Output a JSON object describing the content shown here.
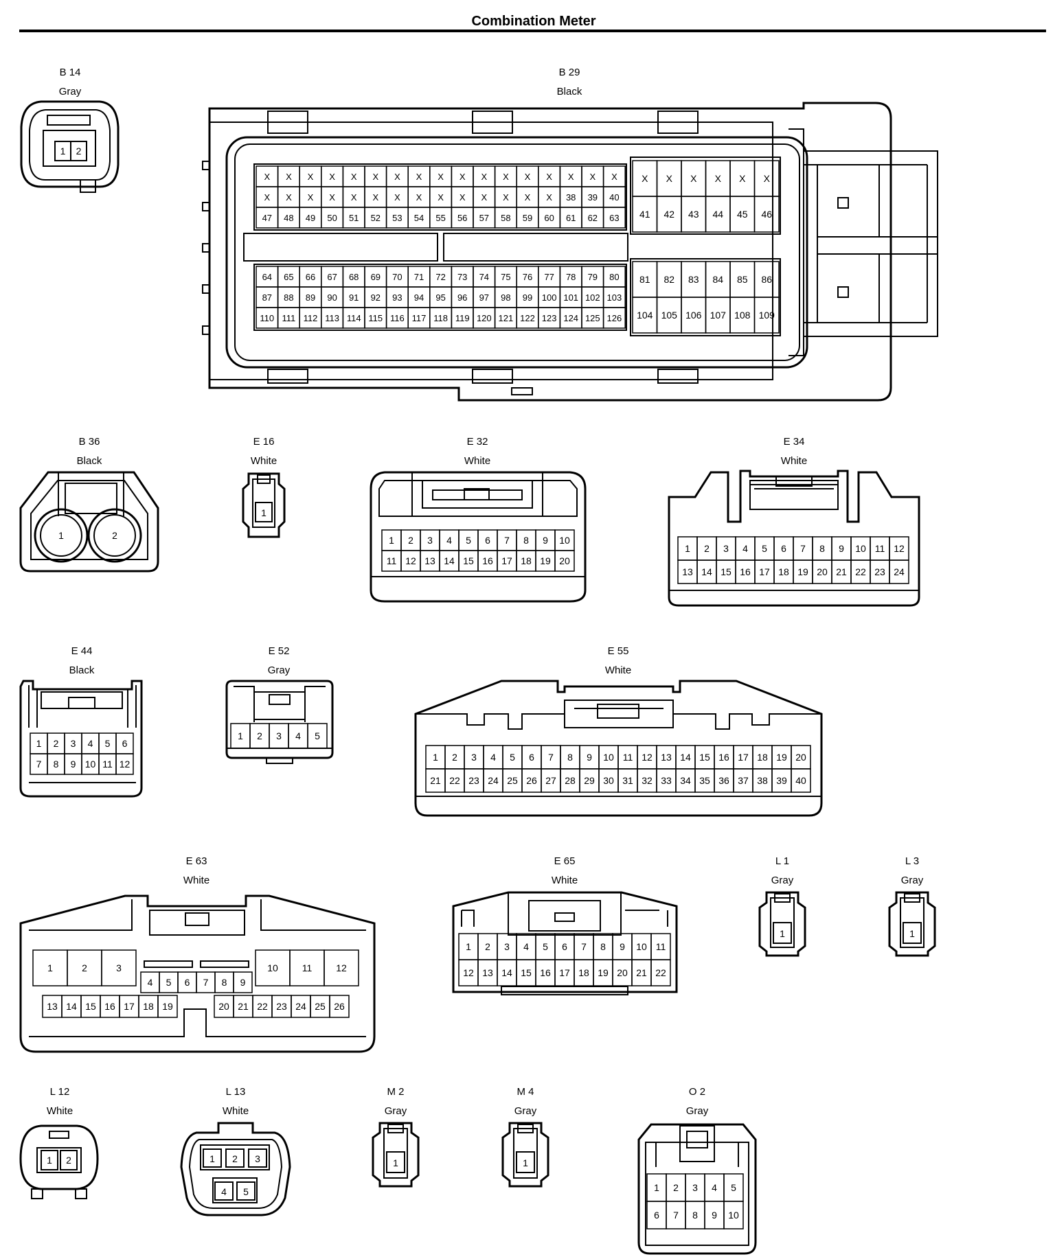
{
  "page_title": "Combination Meter",
  "connectors": {
    "b14": {
      "id": "B 14",
      "color": "Gray",
      "pins": [
        "1",
        "2"
      ]
    },
    "b29": {
      "id": "B 29",
      "color": "Black",
      "left_top": [
        [
          "X",
          "X",
          "X",
          "X",
          "X",
          "X",
          "X",
          "X",
          "X",
          "X",
          "X",
          "X",
          "X",
          "X",
          "X",
          "X",
          "X"
        ],
        [
          "X",
          "X",
          "X",
          "X",
          "X",
          "X",
          "X",
          "X",
          "X",
          "X",
          "X",
          "X",
          "X",
          "X",
          "38",
          "39",
          "40"
        ],
        [
          "47",
          "48",
          "49",
          "50",
          "51",
          "52",
          "53",
          "54",
          "55",
          "56",
          "57",
          "58",
          "59",
          "60",
          "61",
          "62",
          "63"
        ]
      ],
      "right_top": [
        [
          "X",
          "X",
          "X",
          "X",
          "X",
          "X"
        ],
        [
          "41",
          "42",
          "43",
          "44",
          "45",
          "46"
        ]
      ],
      "left_bottom": [
        [
          "64",
          "65",
          "66",
          "67",
          "68",
          "69",
          "70",
          "71",
          "72",
          "73",
          "74",
          "75",
          "76",
          "77",
          "78",
          "79",
          "80"
        ],
        [
          "87",
          "88",
          "89",
          "90",
          "91",
          "92",
          "93",
          "94",
          "95",
          "96",
          "97",
          "98",
          "99",
          "100",
          "101",
          "102",
          "103"
        ],
        [
          "110",
          "111",
          "112",
          "113",
          "114",
          "115",
          "116",
          "117",
          "118",
          "119",
          "120",
          "121",
          "122",
          "123",
          "124",
          "125",
          "126"
        ]
      ],
      "right_bottom": [
        [
          "81",
          "82",
          "83",
          "84",
          "85",
          "86"
        ],
        [
          "104",
          "105",
          "106",
          "107",
          "108",
          "109"
        ]
      ]
    },
    "b36": {
      "id": "B 36",
      "color": "Black",
      "pins": [
        "1",
        "2"
      ]
    },
    "e16": {
      "id": "E 16",
      "color": "White",
      "pins": [
        "1"
      ]
    },
    "e32": {
      "id": "E 32",
      "color": "White",
      "rows": [
        [
          "1",
          "2",
          "3",
          "4",
          "5",
          "6",
          "7",
          "8",
          "9",
          "10"
        ],
        [
          "11",
          "12",
          "13",
          "14",
          "15",
          "16",
          "17",
          "18",
          "19",
          "20"
        ]
      ]
    },
    "e34": {
      "id": "E 34",
      "color": "White",
      "rows": [
        [
          "1",
          "2",
          "3",
          "4",
          "5",
          "6",
          "7",
          "8",
          "9",
          "10",
          "11",
          "12"
        ],
        [
          "13",
          "14",
          "15",
          "16",
          "17",
          "18",
          "19",
          "20",
          "21",
          "22",
          "23",
          "24"
        ]
      ]
    },
    "e44": {
      "id": "E 44",
      "color": "Black",
      "rows": [
        [
          "1",
          "2",
          "3",
          "4",
          "5",
          "6"
        ],
        [
          "7",
          "8",
          "9",
          "10",
          "11",
          "12"
        ]
      ]
    },
    "e52": {
      "id": "E 52",
      "color": "Gray",
      "rows": [
        [
          "1",
          "2",
          "3",
          "4",
          "5"
        ]
      ]
    },
    "e55": {
      "id": "E 55",
      "color": "White",
      "rows": [
        [
          "1",
          "2",
          "3",
          "4",
          "5",
          "6",
          "7",
          "8",
          "9",
          "10",
          "11",
          "12",
          "13",
          "14",
          "15",
          "16",
          "17",
          "18",
          "19",
          "20"
        ],
        [
          "21",
          "22",
          "23",
          "24",
          "25",
          "26",
          "27",
          "28",
          "29",
          "30",
          "31",
          "32",
          "33",
          "34",
          "35",
          "36",
          "37",
          "38",
          "39",
          "40"
        ]
      ]
    },
    "e63": {
      "id": "E 63",
      "color": "White",
      "big_left": [
        "1",
        "2",
        "3"
      ],
      "big_right": [
        "10",
        "11",
        "12"
      ],
      "mid": [
        "4",
        "5",
        "6",
        "7",
        "8",
        "9"
      ],
      "bottom_left": [
        "13",
        "14",
        "15",
        "16",
        "17",
        "18",
        "19"
      ],
      "bottom_right": [
        "20",
        "21",
        "22",
        "23",
        "24",
        "25",
        "26"
      ]
    },
    "e65": {
      "id": "E 65",
      "color": "White",
      "rows": [
        [
          "1",
          "2",
          "3",
          "4",
          "5",
          "6",
          "7",
          "8",
          "9",
          "10",
          "11"
        ],
        [
          "12",
          "13",
          "14",
          "15",
          "16",
          "17",
          "18",
          "19",
          "20",
          "21",
          "22"
        ]
      ]
    },
    "l1": {
      "id": "L 1",
      "color": "Gray",
      "pins": [
        "1"
      ]
    },
    "l3": {
      "id": "L 3",
      "color": "Gray",
      "pins": [
        "1"
      ]
    },
    "l12": {
      "id": "L 12",
      "color": "White",
      "pins": [
        "1",
        "2"
      ]
    },
    "l13": {
      "id": "L 13",
      "color": "White",
      "pins": [
        "1",
        "2",
        "3",
        "4",
        "5"
      ]
    },
    "m2": {
      "id": "M 2",
      "color": "Gray",
      "pins": [
        "1"
      ]
    },
    "m4": {
      "id": "M 4",
      "color": "Gray",
      "pins": [
        "1"
      ]
    },
    "o2": {
      "id": "O 2",
      "color": "Gray",
      "rows": [
        [
          "1",
          "2",
          "3",
          "4",
          "5"
        ],
        [
          "6",
          "7",
          "8",
          "9",
          "10"
        ]
      ]
    }
  }
}
